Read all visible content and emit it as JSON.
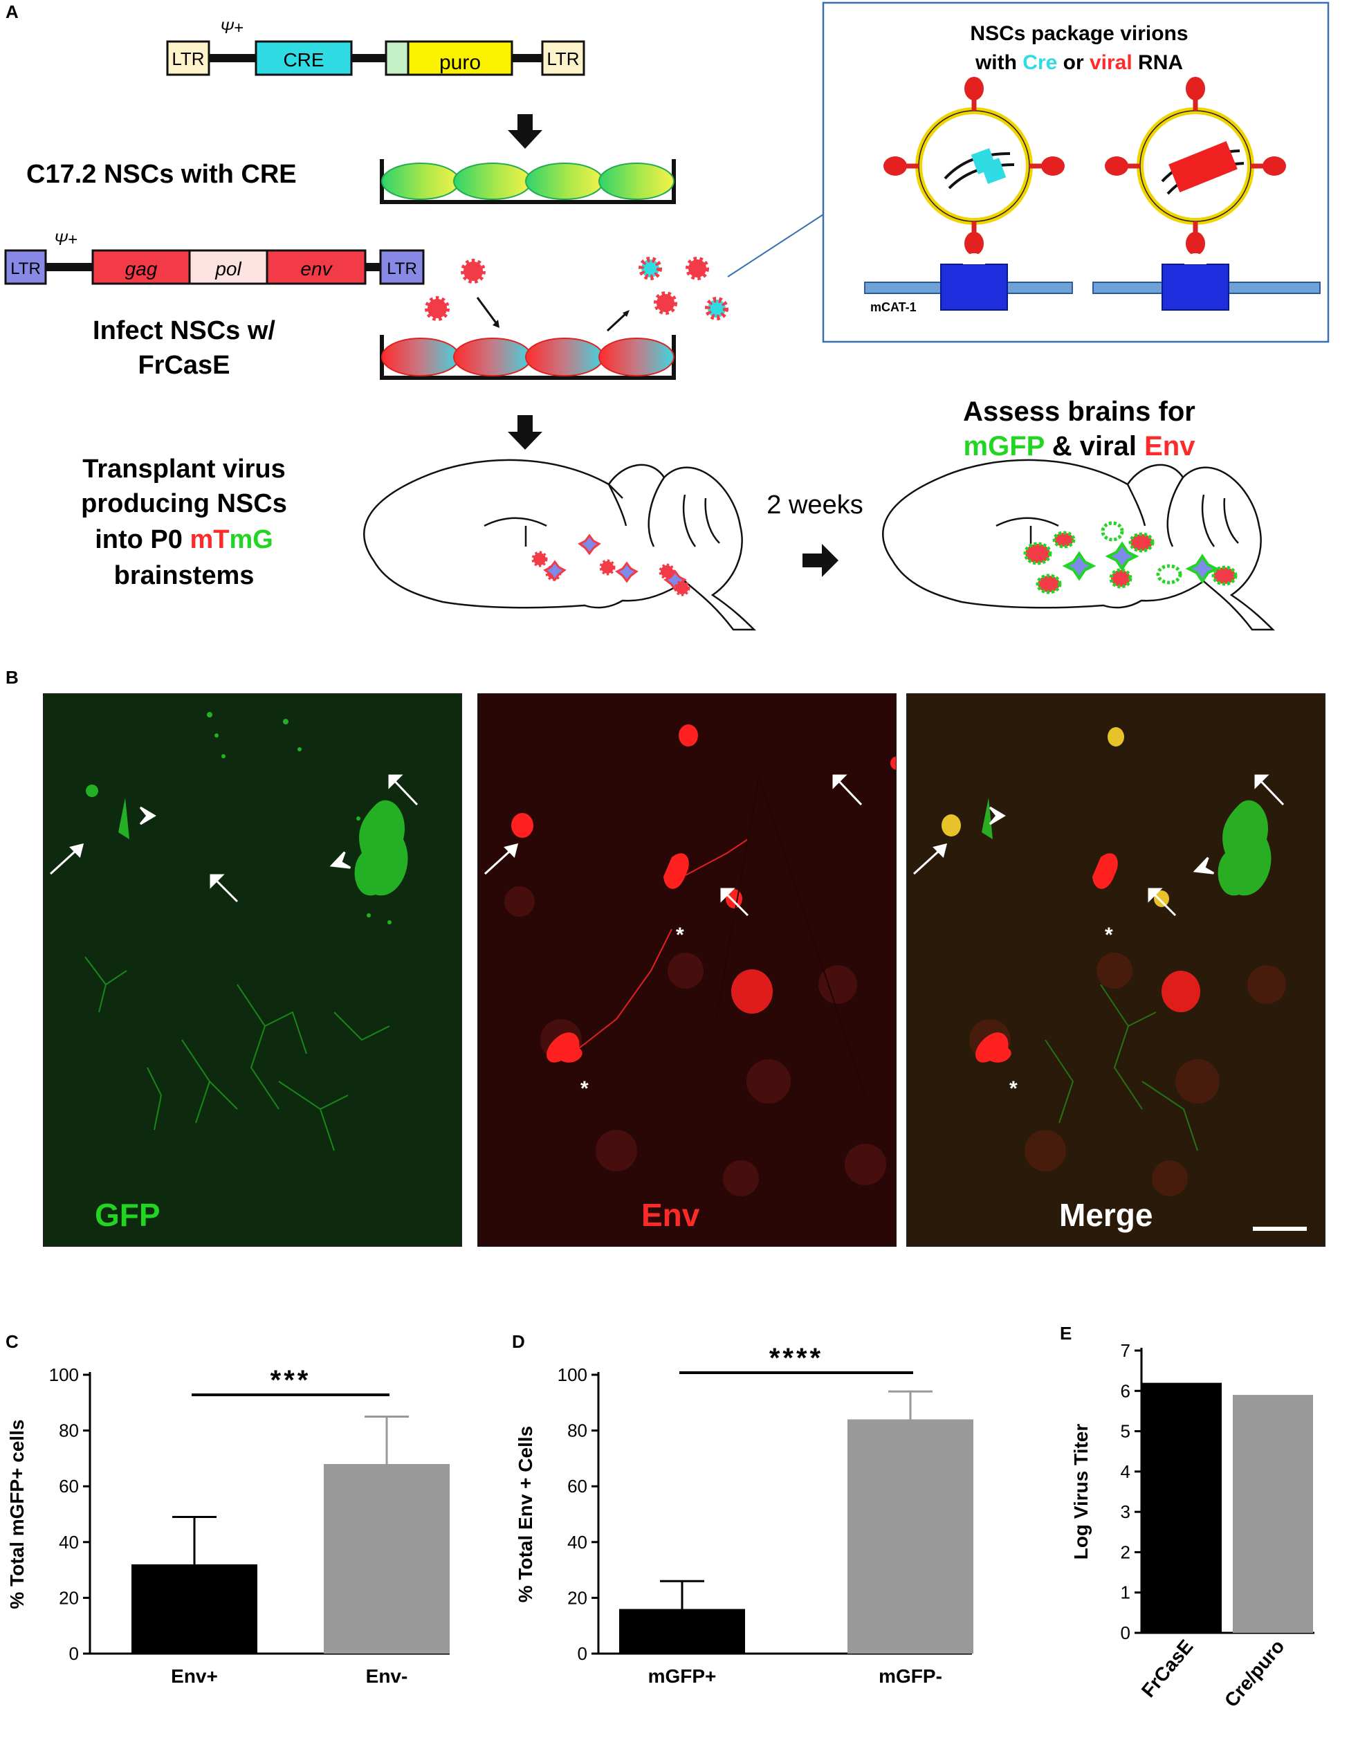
{
  "panels": {
    "a": "A",
    "b": "B",
    "c": "C",
    "d": "D",
    "e": "E"
  },
  "panel_a": {
    "construct1": {
      "ltr_left": "LTR",
      "psi": "Ψ+",
      "cre": "CRE",
      "puro": "puro",
      "ltr_right": "LTR"
    },
    "construct2": {
      "ltr_left": "LTR",
      "psi": "Ψ+",
      "gag": "gag",
      "pol": "pol",
      "env": "env",
      "ltr_right": "LTR"
    },
    "step1": "C17.2 NSCs with CRE",
    "step2_line1": "Infect NSCs w/",
    "step2_line2": "FrCasE",
    "step3_line1": "Transplant virus",
    "step3_line2": "producing NSCs",
    "step3_line3_pre": "into P0 ",
    "step3_mT": "mT",
    "step3_mG": "mG",
    "step3_line4": "brainstems",
    "weeks": "2 weeks",
    "assess_line1": "Assess brains for",
    "assess_mgfp": "mGFP",
    "assess_amp": " & viral ",
    "assess_env": "Env",
    "inset_line1": "NSCs package virions",
    "inset_with": "with ",
    "inset_cre": "Cre",
    "inset_or": " or ",
    "inset_viral": "viral",
    "inset_rna": " RNA",
    "mcat": "mCAT-1"
  },
  "panel_b": {
    "gfp": "GFP",
    "env": "Env",
    "merge": "Merge"
  },
  "colors": {
    "cyan": "#2fdce4",
    "yellow": "#fbf200",
    "red": "#ff2b2b",
    "green": "#22d522",
    "gray_bar": "#999999",
    "blue_box": "#1f2fe0",
    "ltr_tan": "#fdf3cb",
    "ltr_blue": "#8888e6"
  },
  "chart_data": [
    {
      "type": "bar",
      "categories": [
        "Env+",
        "Env-"
      ],
      "values": [
        32,
        68
      ],
      "errors": [
        17,
        17
      ],
      "colors": [
        "#000000",
        "#999999"
      ],
      "ylabel": "% Total mGFP+ cells",
      "ylim": [
        0,
        100
      ],
      "yticks": [
        "0",
        "20",
        "40",
        "60",
        "80",
        "100"
      ],
      "significance": "***"
    },
    {
      "type": "bar",
      "categories": [
        "mGFP+",
        "mGFP-"
      ],
      "values": [
        16,
        84
      ],
      "errors": [
        10,
        10
      ],
      "colors": [
        "#000000",
        "#999999"
      ],
      "ylabel": "% Total Env + Cells",
      "ylim": [
        0,
        100
      ],
      "yticks": [
        "0",
        "20",
        "40",
        "60",
        "80",
        "100"
      ],
      "significance": "****"
    },
    {
      "type": "bar",
      "categories": [
        "FrCasE",
        "Cre/puro"
      ],
      "values": [
        6.2,
        5.9
      ],
      "colors": [
        "#000000",
        "#999999"
      ],
      "ylabel": "Log Virus Titer",
      "ylim": [
        0,
        7
      ],
      "yticks": [
        "0",
        "1",
        "2",
        "3",
        "4",
        "5",
        "6",
        "7"
      ]
    }
  ]
}
